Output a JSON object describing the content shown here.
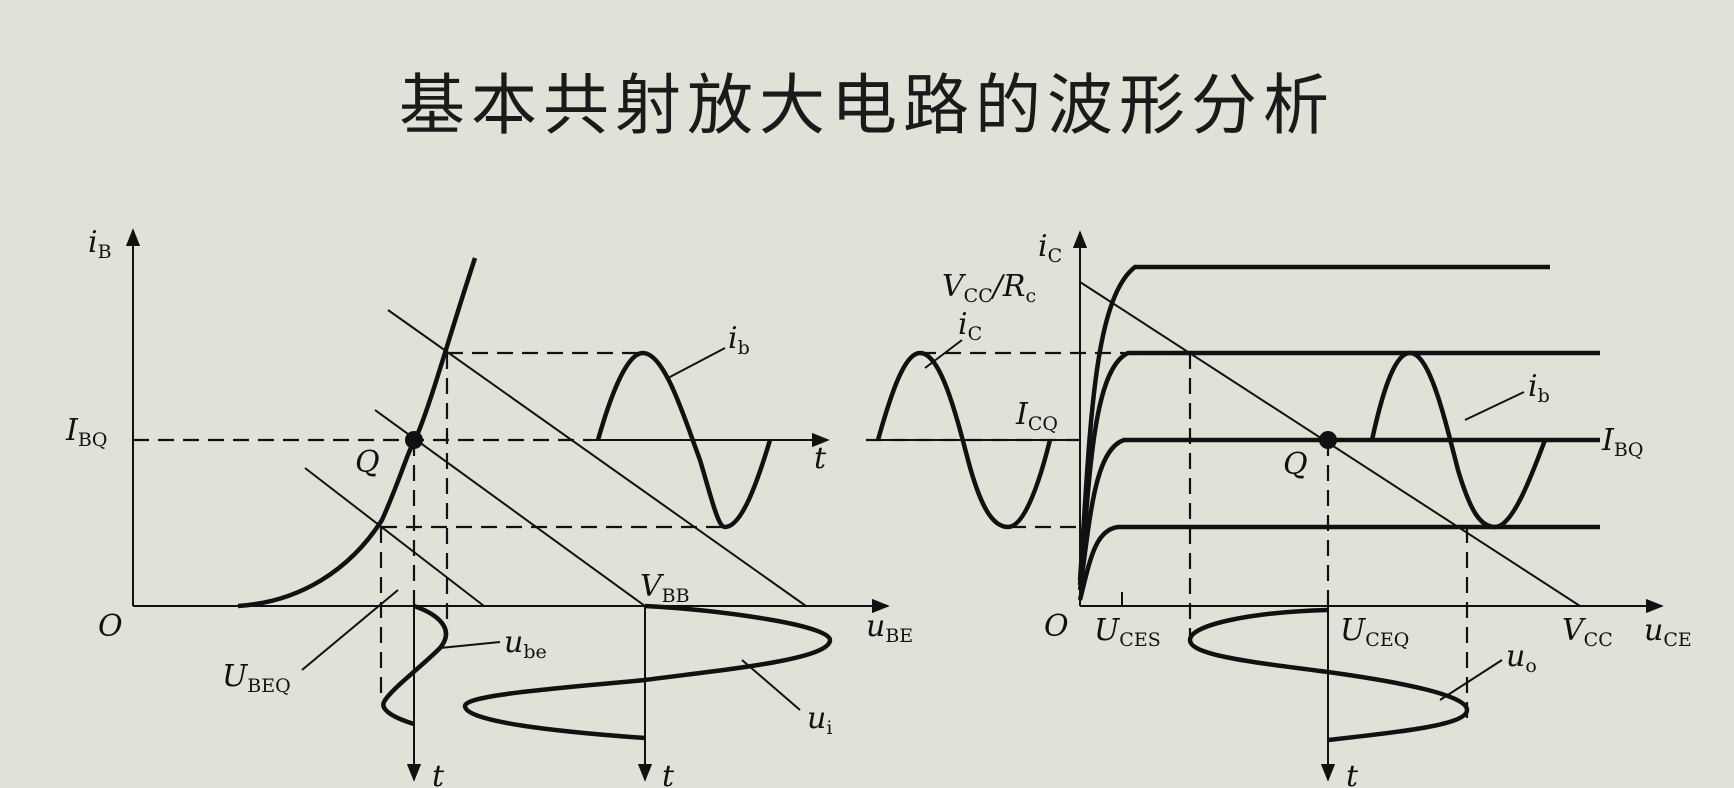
{
  "title": "基本共射放大电路的波形分析",
  "input_diagram": {
    "y_axis": "i",
    "y_axis_sub": "B",
    "x_axis": "u",
    "x_axis_sub": "BE",
    "origin": "O",
    "ibq": "I",
    "ibq_sub": "BQ",
    "q_label": "Q",
    "vbb": "V",
    "vbb_sub": "BB",
    "ubeq": "U",
    "ubeq_sub": "BEQ",
    "ube_wave": "u",
    "ube_wave_sub": "be",
    "ui_wave": "u",
    "ui_wave_sub": "i",
    "ib_wave": "i",
    "ib_wave_sub": "b",
    "t_label": "t"
  },
  "output_diagram": {
    "y_axis": "i",
    "y_axis_sub": "C",
    "x_axis": "u",
    "x_axis_sub": "CE",
    "origin": "O",
    "vcc_rc_v": "V",
    "vcc_rc_v_sub": "CC",
    "vcc_rc_slash": "/",
    "vcc_rc_r": "R",
    "vcc_rc_r_sub": "c",
    "ic_wave": "i",
    "ic_wave_sub": "C",
    "icq": "I",
    "icq_sub": "CQ",
    "q_label": "Q",
    "ib_curve": "i",
    "ib_curve_sub": "b",
    "ibq": "I",
    "ibq_sub": "BQ",
    "uces": "U",
    "uces_sub": "CES",
    "uceq": "U",
    "uceq_sub": "CEQ",
    "vcc": "V",
    "vcc_sub": "CC",
    "uo": "u",
    "uo_sub": "o",
    "t_label": "t"
  }
}
